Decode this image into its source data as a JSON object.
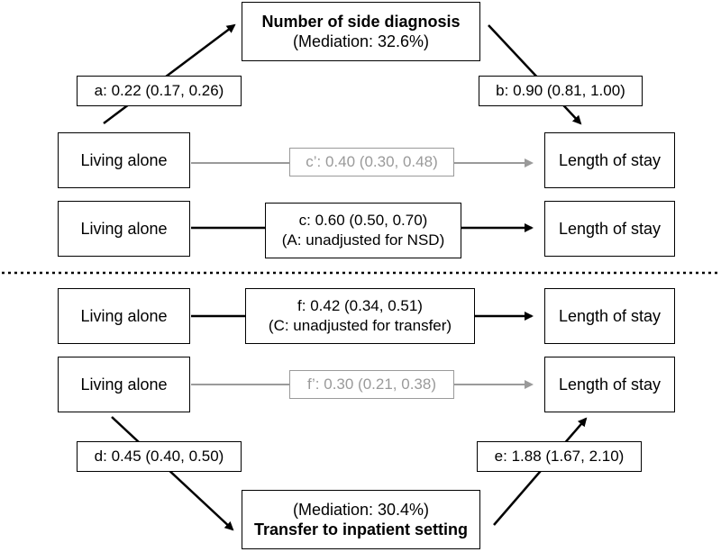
{
  "top": {
    "mediator_title": "Number of side diagnosis",
    "mediator_mediation": "(Mediation: 32.6%)",
    "path_a": "a: 0.22 (0.17, 0.26)",
    "path_b": "b: 0.90 (0.81, 1.00)",
    "direct_exposure": "Living alone",
    "direct_outcome": "Length of stay",
    "path_c_prime": "c’: 0.40 (0.30, 0.48)",
    "total_exposure": "Living alone",
    "total_outcome": "Length of stay",
    "path_c_line1": "c: 0.60 (0.50, 0.70)",
    "path_c_line2": "(A: unadjusted for NSD)"
  },
  "bottom": {
    "total_exposure": "Living alone",
    "total_outcome": "Length of stay",
    "path_f_line1": "f: 0.42 (0.34, 0.51)",
    "path_f_line2": "(C: unadjusted for transfer)",
    "direct_exposure": "Living alone",
    "direct_outcome": "Length of stay",
    "path_f_prime": "f’: 0.30 (0.21, 0.38)",
    "path_d": "d: 0.45 (0.40, 0.50)",
    "path_e": "e: 1.88 (1.67, 2.10)",
    "mediator_mediation": "(Mediation: 30.4%)",
    "mediator_title": "Transfer to inpatient setting"
  },
  "colors": {
    "direct_path": "#9a9a9a",
    "line": "#000000",
    "divider": "#000000"
  }
}
